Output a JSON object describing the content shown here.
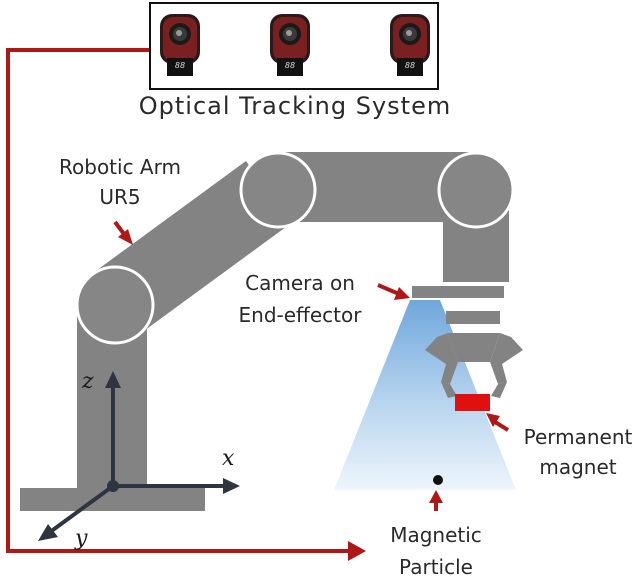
{
  "title_label": "Optical Tracking System",
  "camera_count": 3,
  "labels": {
    "robotic_arm_line1": "Robotic Arm",
    "robotic_arm_line2": "UR5",
    "camera_line1": "Camera on",
    "camera_line2": "End-effector",
    "magnet_line1": "Permanent",
    "magnet_line2": "magnet",
    "particle_line1": "Magnetic",
    "particle_line2": "Particle"
  },
  "axes": {
    "x": "x",
    "y": "y",
    "z": "z"
  },
  "colors": {
    "arm": "#838383",
    "joint": "#868686",
    "signal_line": "#b01818",
    "magnet": "#e01010",
    "cone_top": "#6fa7dc",
    "axis": "#2e3440"
  }
}
